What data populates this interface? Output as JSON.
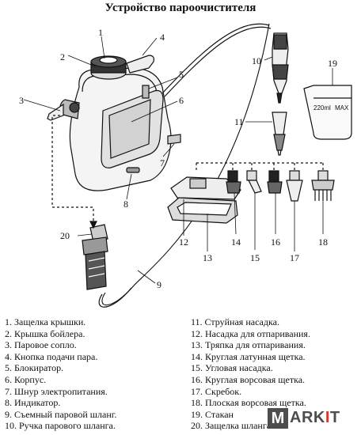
{
  "title": "Устройство пароочистителя",
  "callout_numbers": [
    "1",
    "2",
    "3",
    "4",
    "5",
    "6",
    "7",
    "8",
    "9",
    "10",
    "11",
    "12",
    "13",
    "14",
    "15",
    "16",
    "17",
    "18",
    "19",
    "20"
  ],
  "measuring_cup": {
    "label": "220ml",
    "max_label": "MAX"
  },
  "legend_left": [
    "1.  Защелка крышки.",
    "2.  Крышка бойлера.",
    "3.  Паровое сопло.",
    "4.  Кнопка подачи пара.",
    "5.  Блокиратор.",
    "6.  Корпус.",
    "7.  Шнур электропитания.",
    "8.  Индикатор.",
    "9.  Съемный паровой шланг.",
    "10. Ручка парового шланга."
  ],
  "legend_right": [
    "11. Струйная насадка.",
    "12. Насадка для отпаривания.",
    "13. Тряпка для отпаривания.",
    "14. Круглая латунная щетка.",
    "15. Угловая насадка.",
    "16. Круглая ворсовая щетка.",
    "17. Скребок.",
    "18. Плоская ворсовая щетка.",
    "19. Стакан",
    "20. Защелка шланга."
  ],
  "watermark": {
    "first": "M",
    "rest_a": "ARK",
    "rest_i": "I",
    "rest_b": "T"
  }
}
